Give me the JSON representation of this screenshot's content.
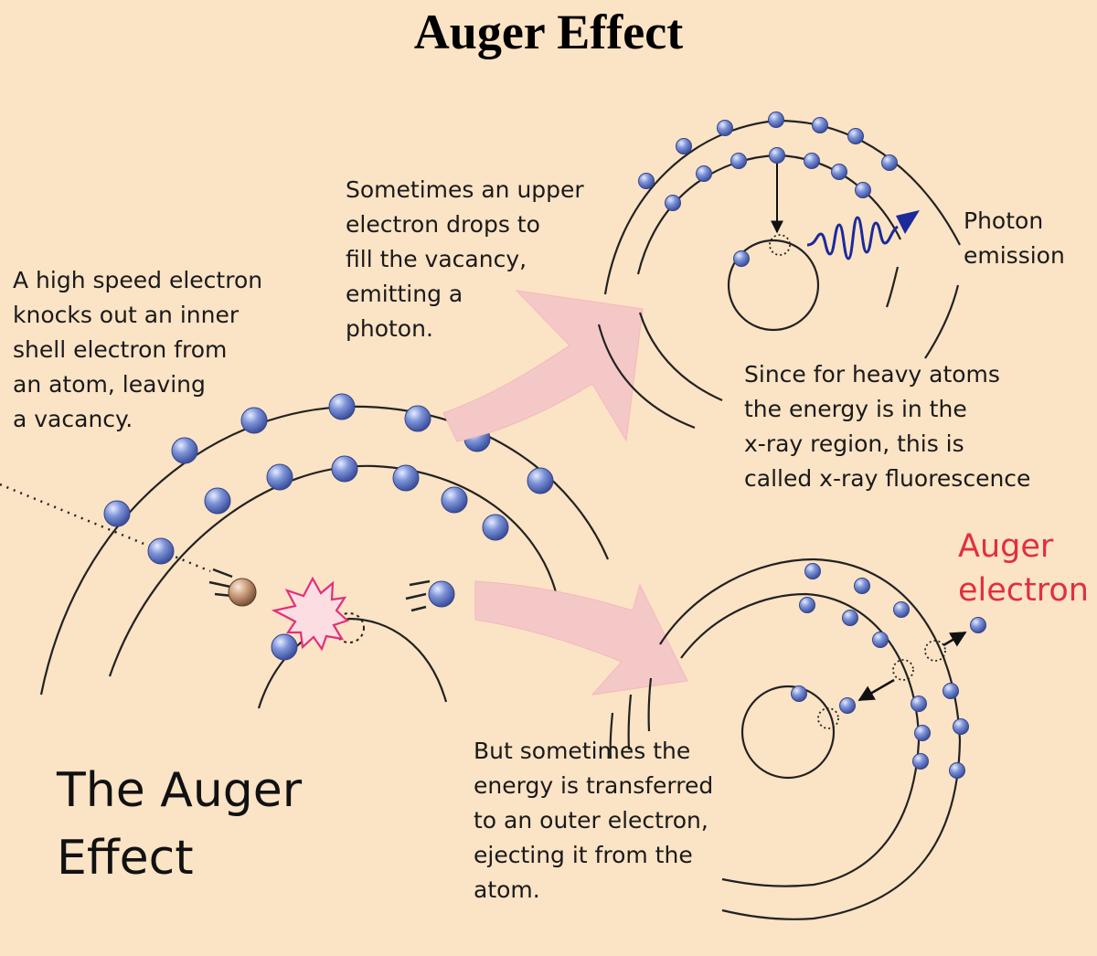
{
  "title": "Auger Effect",
  "captions": {
    "knockout": [
      "A high speed electron",
      "knocks out an inner",
      "shell electron from",
      "an atom, leaving",
      "a vacancy."
    ],
    "upper_drop": [
      "Sometimes an upper",
      "electron drops to",
      "fill the vacancy,",
      "emitting a",
      "photon."
    ],
    "photon_emission": [
      "Photon",
      "emission"
    ],
    "fluorescence": [
      "Since for heavy atoms",
      "the energy is in the",
      "x-ray region, this is",
      "called x-ray fluorescence"
    ],
    "transfer": [
      "But sometimes the",
      "energy is transferred",
      "to an outer electron,",
      "ejecting it from the",
      "atom."
    ],
    "auger_electron": [
      "Auger",
      "electron"
    ]
  },
  "diagram_title": [
    "The Auger",
    "Effect"
  ],
  "colors": {
    "background": "#fbe3c5",
    "electron": "#6f88d0",
    "arrow_fill": "#f5c8c8",
    "photon_wave": "#1a2a9a",
    "burst": "#e0307a",
    "auger_text": "#e03040"
  }
}
